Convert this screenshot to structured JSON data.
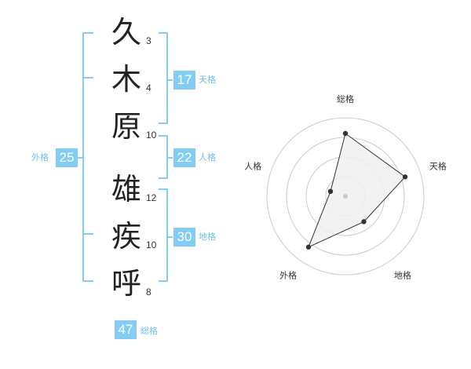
{
  "name": {
    "surname": [
      {
        "char": "久",
        "strokes": "3"
      },
      {
        "char": "木",
        "strokes": "4"
      },
      {
        "char": "原",
        "strokes": "10"
      }
    ],
    "given": [
      {
        "char": "雄",
        "strokes": "12"
      },
      {
        "char": "疾",
        "strokes": "10"
      },
      {
        "char": "呼",
        "strokes": "8"
      }
    ]
  },
  "fortune": {
    "tenkaku": {
      "label": "天格",
      "value": "17"
    },
    "jinkaku": {
      "label": "人格",
      "value": "22"
    },
    "chikaku": {
      "label": "地格",
      "value": "30"
    },
    "gaikaku": {
      "label": "外格",
      "value": "25"
    },
    "soukaku": {
      "label": "総格",
      "value": "47"
    }
  },
  "chart_data": {
    "type": "radar",
    "axes": [
      "総格",
      "天格",
      "地格",
      "外格",
      "人格"
    ],
    "values": [
      4,
      4,
      2,
      4,
      1
    ],
    "max": 5,
    "rings": 4,
    "colors": {
      "fill": "#f0f0f0",
      "line": "#333333",
      "point": "#333333",
      "ring": "#cccccc",
      "center": "#cccccc"
    }
  },
  "colors": {
    "accent": "#83cdf5",
    "label": "#6cbfe9"
  }
}
